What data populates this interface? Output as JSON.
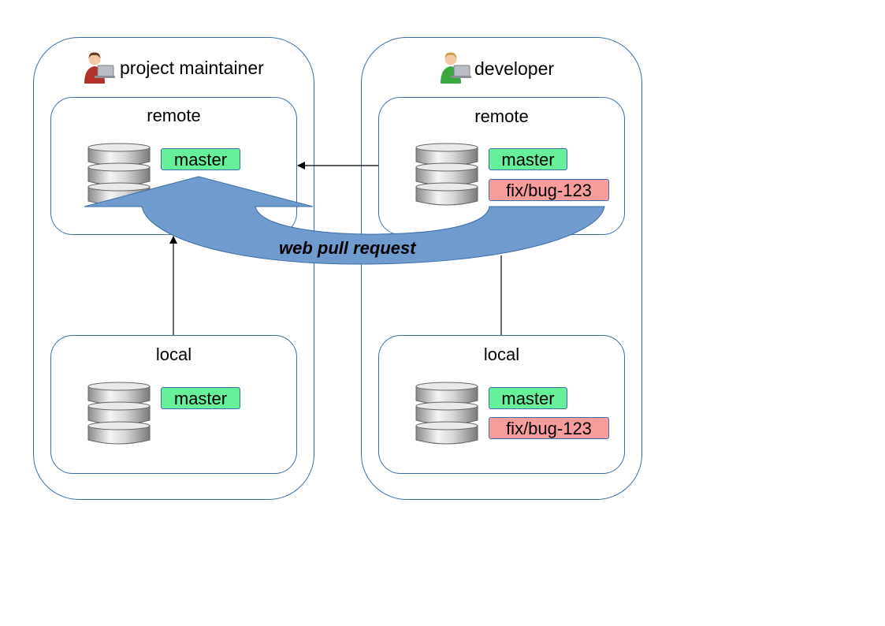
{
  "maintainer": {
    "title": "project maintainer",
    "remote": {
      "label": "remote",
      "branches": [
        "master"
      ]
    },
    "local": {
      "label": "local",
      "branches": [
        "master"
      ]
    }
  },
  "developer": {
    "title": "developer",
    "remote": {
      "label": "remote",
      "branches": [
        "master",
        "fix/bug-123"
      ]
    },
    "local": {
      "label": "local",
      "branches": [
        "master",
        "fix/bug-123"
      ]
    }
  },
  "pull_request": {
    "label": "web pull request"
  },
  "colors": {
    "border": "#3a6ea5",
    "master": "#66f09a",
    "fix": "#f89c9c",
    "arrow": "#6f9bcf",
    "maintainer_shirt": "#b2322a",
    "developer_shirt": "#3aa840"
  }
}
